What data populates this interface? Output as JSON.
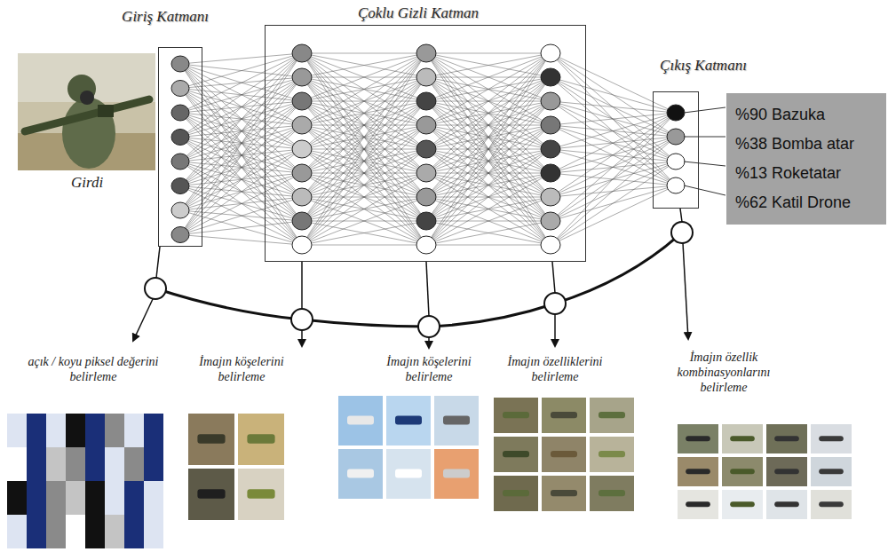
{
  "diagram": {
    "nodes": [
      {
        "text": [
          "Giriş Katmanı"
        ]
      },
      {
        "text": [
          "Çoklu Gizli Katman"
        ]
      },
      {
        "text": [
          "Çıkış Katmanı"
        ]
      },
      {
        "text": [
          "%90 Bazuka",
          "%38 Bomba atar",
          "%13 Roketatar",
          "%62 Katil Drone"
        ]
      }
    ],
    "labels": [
      "Girdi",
      "açık / koyu piksel değerini belirleme",
      "İmajın köşelerini belirleme",
      "İmajın köşelerini belirleme",
      "İmajın özelliklerini belirleme",
      "İmajın özellik kombinasyonlarını belirleme"
    ]
  }
}
